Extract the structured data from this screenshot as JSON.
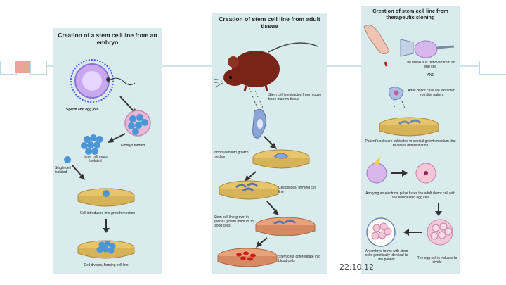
{
  "panel_embryo": {
    "title": "Creation of a stem cell line from an embryo",
    "labels": {
      "sperm_egg": "Sperm and egg join",
      "embryo": "Embryo formed",
      "inner_mass": "Inner cell mass isolated",
      "single_cell": "Single cell isolated",
      "introduced": "Cell introduced into growth medium",
      "divides": "Cell divides, forming cell line"
    }
  },
  "panel_adult": {
    "title": "Creation of stem cell line from adult tissue",
    "labels": {
      "extracted": "Stem cell is extracted from mouse bone marrow tissue",
      "introduced": "Introduced into growth medium",
      "divides": "Cell divides, forming cell line",
      "grown": "Stem cell line grown in special growth medium for blood cells",
      "differentiate": "Stem cells differentiate into blood cells"
    }
  },
  "panel_cloning": {
    "title": "Creation of stem cell line from therapeutic cloning",
    "labels": {
      "nucleus_removed": "The nucleus is removed from an egg cell",
      "and": "- AND -",
      "donor_cells": "Adult donor cells are extracted from the patient",
      "cultivated": "Patient's cells are cultivated in special growth medium that reverses differentiation",
      "pulse": "Applying an electrical pulse fuses the adult donor cell with the enucleated egg cell",
      "embryo_forms": "An embryo forms with stem cells genetically identical to the patient",
      "egg_divides": "The egg cell is induced to divide"
    }
  },
  "slide": {
    "date": "22.10.12"
  },
  "colors": {
    "panel_bg": "#d9ebec",
    "accent_tab": "#e9a59a",
    "frame": "#bcd7e6"
  }
}
